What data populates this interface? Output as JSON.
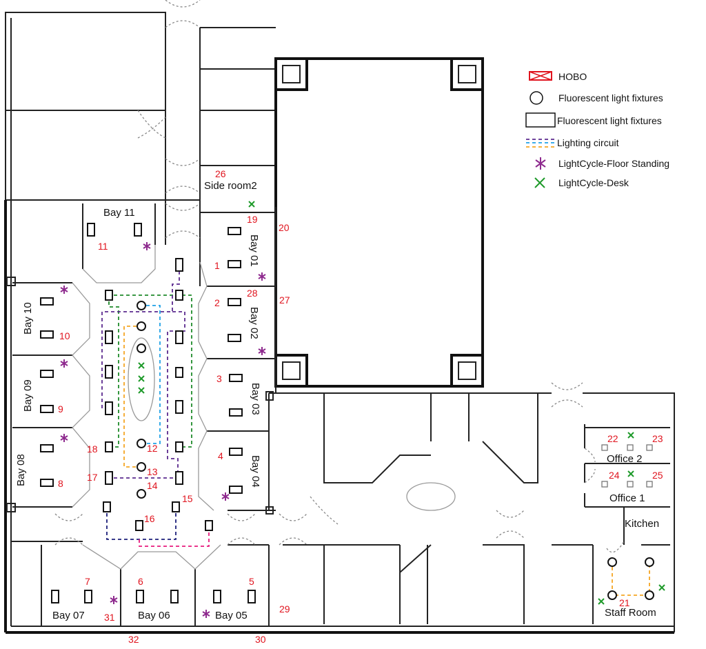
{
  "legend": {
    "items": [
      {
        "label": "HOBO",
        "icon": "hobo-icon"
      },
      {
        "label": "Fluorescent light fixtures",
        "icon": "circle-fixture-icon"
      },
      {
        "label": "Fluorescent light fixtures",
        "icon": "rect-fixture-icon"
      },
      {
        "label": "Lighting circuit",
        "icon": "dashed-lines-icon"
      },
      {
        "label": "LightCycle-Floor Standing",
        "icon": "asterisk-icon"
      },
      {
        "label": "LightCycle-Desk",
        "icon": "x-mark-icon"
      }
    ]
  },
  "colors": {
    "hobo": "#e0141e",
    "floor_standing": "#8e2a8e",
    "desk": "#1e9a2a",
    "circuit_purple": "#5b2a8e",
    "circuit_green": "#1e8a2a",
    "circuit_blue": "#1ea1e6",
    "circuit_orange": "#f5a623",
    "circuit_navy": "#1c1f7a",
    "circuit_pink": "#e8197c"
  },
  "rooms": {
    "bay11": "Bay 11",
    "bay01": "Bay 01",
    "bay02": "Bay 02",
    "bay03": "Bay 03",
    "bay04": "Bay 04",
    "bay10": "Bay 10",
    "bay09": "Bay 09",
    "bay08": "Bay 08",
    "bay07": "Bay 07",
    "bay06": "Bay 06",
    "bay05": "Bay 05",
    "side_room2": "Side room2",
    "office2": "Office 2",
    "office1": "Office 1",
    "kitchen": "Kitchen",
    "staff_room": "Staff Room"
  },
  "hobo_labels": [
    "1",
    "2",
    "3",
    "4",
    "5",
    "6",
    "7",
    "8",
    "9",
    "10",
    "11",
    "12",
    "13",
    "14",
    "15",
    "16",
    "17",
    "18",
    "19",
    "20",
    "21",
    "22",
    "23",
    "24",
    "25",
    "26",
    "27",
    "28",
    "29",
    "30",
    "31",
    "32"
  ]
}
